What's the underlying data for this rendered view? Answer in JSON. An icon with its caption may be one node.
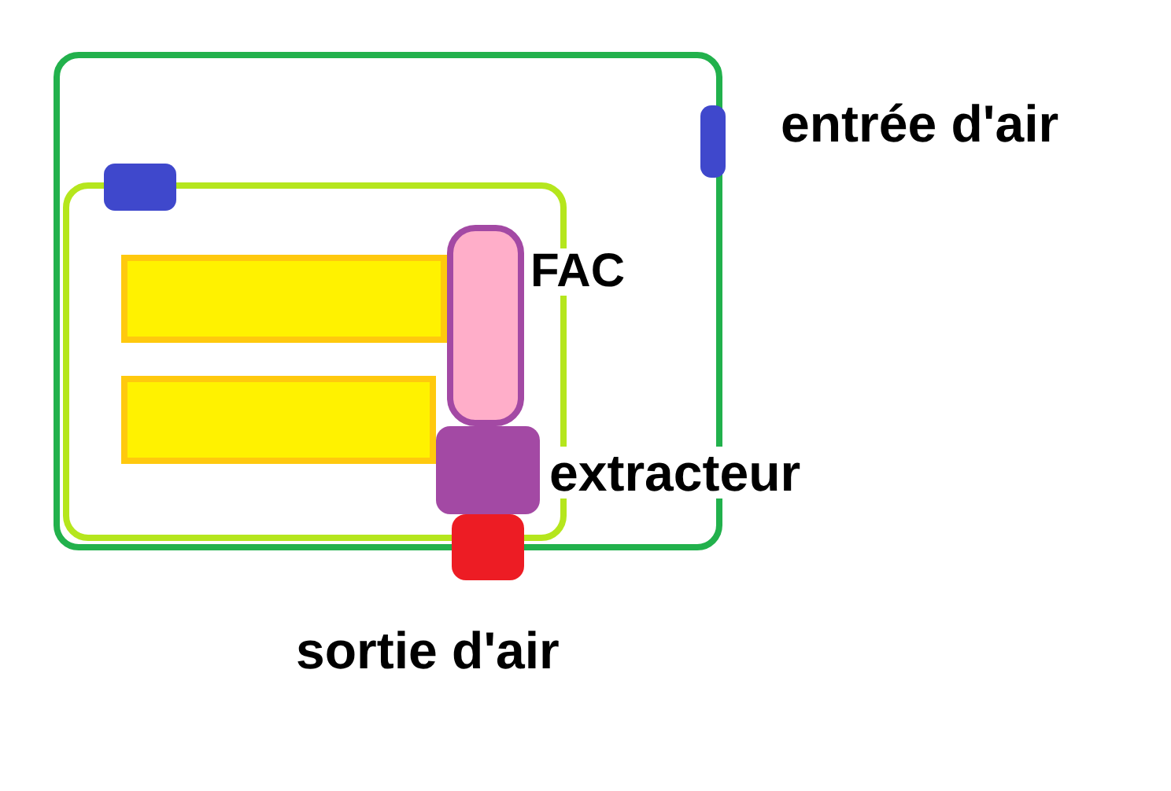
{
  "diagram": {
    "nodes": [
      {
        "text": [],
        "shape": "box"
      },
      {
        "text": [],
        "shape": "box",
        "in": 0
      },
      {
        "text": [],
        "shape": "box",
        "in": 0
      },
      {
        "text": [],
        "shape": "box",
        "beside": [
          "entrée d'air"
        ]
      },
      {
        "text": [],
        "shape": "bar",
        "in": 1
      },
      {
        "text": [],
        "shape": "bar",
        "in": 1
      },
      {
        "text": [],
        "shape": "box",
        "in": 1,
        "beside": [
          "FAC"
        ]
      },
      {
        "text": [],
        "shape": "box",
        "in": 1,
        "beside": [
          "extracteur"
        ]
      },
      {
        "text": [],
        "shape": "box",
        "beside": [
          "sortie d'air"
        ]
      }
    ]
  }
}
